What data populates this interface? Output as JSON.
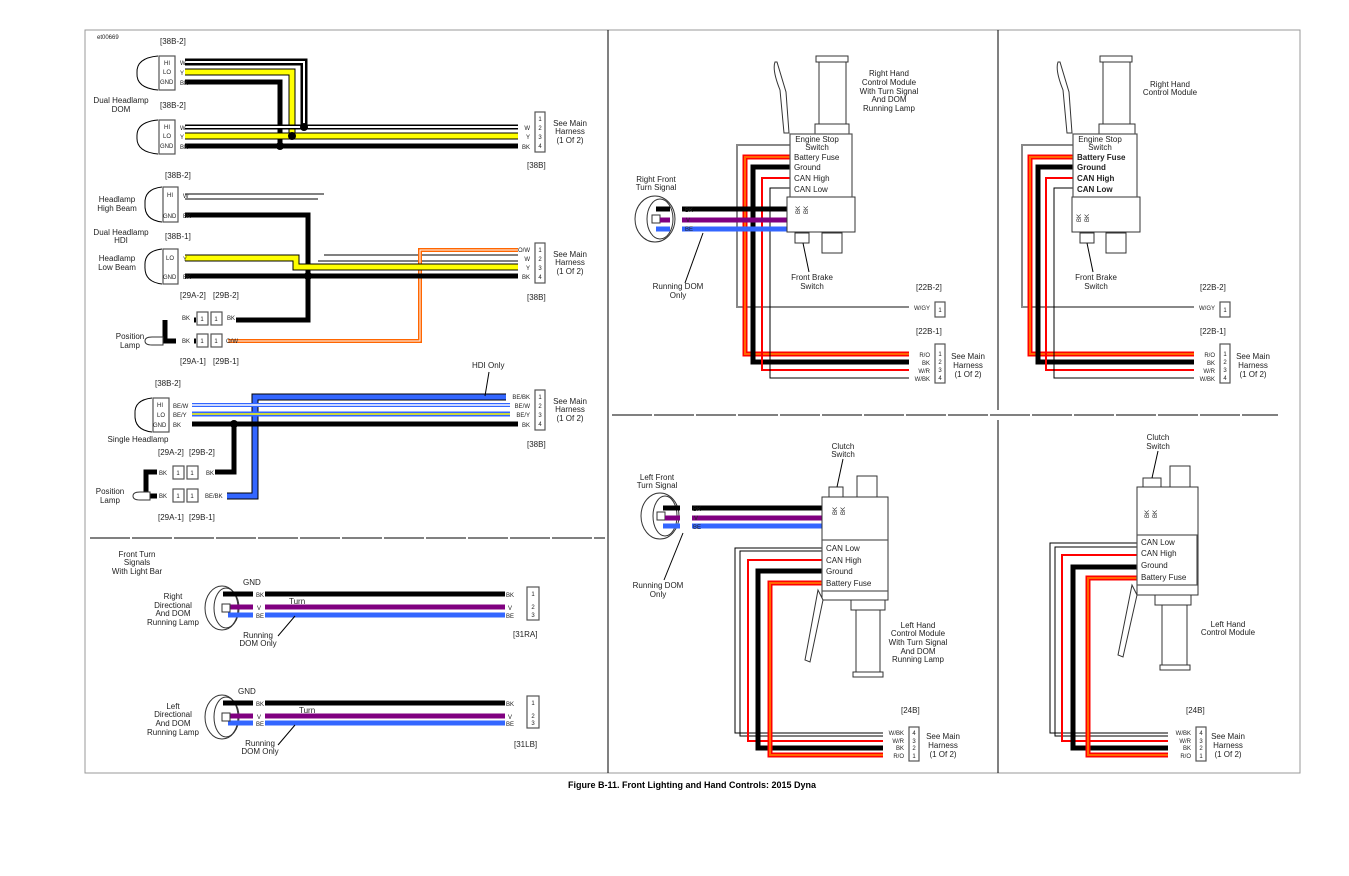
{
  "doc_id": "et00669",
  "caption": "Figure B-11. Front Lighting and Hand Controls: 2015 Dyna",
  "colors": {
    "black": "#000000",
    "yellow": "#ffff00",
    "violet": "#800080",
    "blue": "#3366ff",
    "orange": "#ff6600",
    "red": "#ff0000",
    "gray": "#888888"
  },
  "common": {
    "see_main": [
      "See Main",
      "Harness",
      "(1 Of 2)"
    ],
    "pin_labels": {
      "hi": "HI",
      "lo": "LO",
      "gnd": "GND"
    },
    "running_dom": [
      "Running DOM",
      "Only"
    ],
    "running_dom2": [
      "Running",
      "DOM Only"
    ],
    "turn": "Turn",
    "gnd": "GND"
  },
  "dual_dom": {
    "title": [
      "Dual Headlamp",
      "DOM"
    ],
    "conn_a": "[38B-2]",
    "conn_b": "[38B-2]",
    "harness": "[38B]",
    "wires": [
      "W",
      "Y",
      "BK"
    ],
    "harness_pins": [
      "1",
      "2",
      "3",
      "4"
    ],
    "harness_wires": [
      "W",
      "Y",
      "BK"
    ]
  },
  "dual_hdi": {
    "title": [
      "Dual Headlamp",
      "HDI"
    ],
    "high_beam": [
      "Headlamp",
      "High Beam"
    ],
    "low_beam": [
      "Headlamp",
      "Low Beam"
    ],
    "conn_hi": "[38B-2]",
    "conn_lo": "[38B-1]",
    "harness": "[38B]",
    "hi_wires": [
      "W",
      "BK"
    ],
    "lo_wires": [
      "Y",
      "BK"
    ],
    "harness_pins": [
      "1",
      "2",
      "3",
      "4"
    ],
    "harness_wires": [
      "O/W",
      "W",
      "Y",
      "BK"
    ],
    "position_lamp": [
      "Position",
      "Lamp"
    ],
    "pos_conn_top": [
      "[29A-2]",
      "[29B-2]"
    ],
    "pos_conn_bot": [
      "[29A-1]",
      "[29B-1]"
    ],
    "pos_wires": [
      "BK",
      "BK",
      "BK",
      "O/W"
    ],
    "pos_pin": "1"
  },
  "single": {
    "title": "Single Headlamp",
    "hdi_only": "HDI Only",
    "conn": "[38B-2]",
    "harness": "[38B]",
    "wires": [
      "BE/W",
      "BE/Y",
      "BK"
    ],
    "harness_pins": [
      "1",
      "2",
      "3",
      "4"
    ],
    "harness_wires": [
      "BE/BK",
      "BE/W",
      "BE/Y",
      "BK"
    ],
    "position_lamp": [
      "Position",
      "Lamp"
    ],
    "pos_conn_top": [
      "[29A-2]",
      "[29B-2]"
    ],
    "pos_conn_bot": [
      "[29A-1]",
      "[29B-1]"
    ],
    "pos_wires": [
      "BK",
      "BK",
      "BK",
      "BE/BK"
    ],
    "pos_pin": "1"
  },
  "light_bar": {
    "title": [
      "Front Turn",
      "Signals",
      "With Light Bar"
    ],
    "right": {
      "label": [
        "Right",
        "Directional",
        "And DOM",
        "Running Lamp"
      ],
      "conn": "[31RA]"
    },
    "left": {
      "label": [
        "Left",
        "Directional",
        "And DOM",
        "Running Lamp"
      ],
      "conn": "[31LB]"
    },
    "wires": [
      "BK",
      "V",
      "BE"
    ],
    "pins": [
      "1",
      "2",
      "3"
    ]
  },
  "rh_turn": {
    "title": [
      "Right Hand",
      "Control Module",
      "With Turn Signal",
      "And DOM",
      "Running Lamp"
    ],
    "turn_signal": [
      "Right Front",
      "Turn Signal"
    ],
    "brake": [
      "Front Brake",
      "Switch"
    ],
    "functions": [
      "Engine Stop",
      "Switch",
      "Battery Fuse",
      "Ground",
      "CAN High",
      "CAN Low"
    ],
    "lamp_wires": [
      "BK",
      "V",
      "BE"
    ],
    "bk_tags": [
      "BK",
      "BK"
    ],
    "conn_a": "[22B-2]",
    "conn_a_wire": "W/GY",
    "conn_a_pin": "1",
    "conn_b": "[22B-1]",
    "conn_b_wires": [
      "R/O",
      "BK",
      "W/R",
      "W/BK"
    ],
    "conn_b_pins": [
      "1",
      "2",
      "3",
      "4"
    ]
  },
  "rh": {
    "title": [
      "Right Hand",
      "Control Module"
    ],
    "brake": [
      "Front Brake",
      "Switch"
    ],
    "functions": [
      "Engine Stop",
      "Switch",
      "Battery Fuse",
      "Ground",
      "CAN High",
      "CAN Low"
    ],
    "bk_tags": [
      "BK",
      "BK"
    ],
    "conn_a": "[22B-2]",
    "conn_a_wire": "W/GY",
    "conn_a_pin": "1",
    "conn_b": "[22B-1]",
    "conn_b_wires": [
      "R/O",
      "BK",
      "W/R",
      "W/BK"
    ],
    "conn_b_pins": [
      "1",
      "2",
      "3",
      "4"
    ]
  },
  "lh_turn": {
    "title": [
      "Left Hand",
      "Control Module",
      "With Turn Signal",
      "And DOM",
      "Running Lamp"
    ],
    "turn_signal": [
      "Left Front",
      "Turn Signal"
    ],
    "clutch": [
      "Clutch",
      "Switch"
    ],
    "functions": [
      "CAN Low",
      "CAN High",
      "Ground",
      "Battery Fuse"
    ],
    "lamp_wires": [
      "BK",
      "V",
      "BE"
    ],
    "bk_tags": [
      "BK",
      "BK"
    ],
    "conn": "[24B]",
    "conn_wires": [
      "W/BK",
      "W/R",
      "BK",
      "R/O"
    ],
    "conn_pins": [
      "4",
      "3",
      "2",
      "1"
    ]
  },
  "lh": {
    "title": [
      "Left Hand",
      "Control Module"
    ],
    "clutch": [
      "Clutch",
      "Switch"
    ],
    "functions": [
      "CAN Low",
      "CAN High",
      "Ground",
      "Battery Fuse"
    ],
    "bk_tags": [
      "BK",
      "BK"
    ],
    "conn": "[24B]",
    "conn_wires": [
      "W/BK",
      "W/R",
      "BK",
      "R/O"
    ],
    "conn_pins": [
      "4",
      "3",
      "2",
      "1"
    ]
  }
}
